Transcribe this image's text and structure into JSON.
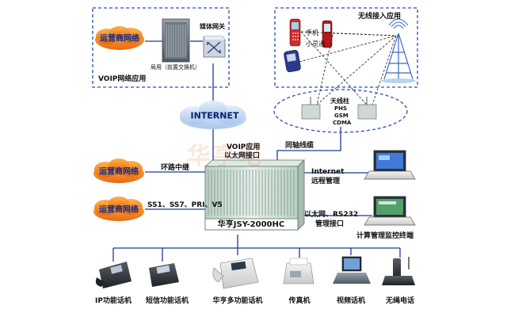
{
  "colors": {
    "dash_box": "#2a4fb3",
    "line": "#1a3a9a",
    "cloud_orange": "#f07d1a",
    "cloud_blue_text": "#0b2a8a",
    "internet_cloud": "#bcd6f2",
    "chassis": "#cfe0d6",
    "accent_red": "#d42020"
  },
  "voip_box": {
    "cloud_label": "运营商网络",
    "pbx_label": "局用（前置交换机）",
    "media_gateway_label": "媒体网关",
    "caption": "VOIP网络应用"
  },
  "wireless_box": {
    "title": "无线接入应用",
    "phone_label_1": "手机",
    "phone_label_2": "小灵通",
    "antenna_labels": [
      "天线柱",
      "PHS",
      "GSM",
      "CDMA"
    ]
  },
  "internet_label": "INTERNET",
  "main_unit": {
    "name": "华亨JSY-2000HC",
    "label_voip_top": "VOIP应用",
    "label_voip_bottom": "以太网接口",
    "label_coax": "同轴线缆",
    "label_trunk": "环路中继",
    "label_signaling": "SS1、SS7、PRI、V5",
    "label_internet_mgmt_1": "Internet",
    "label_internet_mgmt_2": "远程管理",
    "label_eth_1": "以太网、RS232",
    "label_eth_2": "管理接口",
    "label_terminal": "计算管理监控终端"
  },
  "operator_clouds": [
    "运营商网络",
    "运营商网络"
  ],
  "devices": [
    {
      "label": "IP功能话机",
      "icon": "ip-phone-icon"
    },
    {
      "label": "短信功能话机",
      "icon": "sms-phone-icon"
    },
    {
      "label": "华亨多功能话机",
      "icon": "multifunction-phone-icon"
    },
    {
      "label": "传真机",
      "icon": "fax-icon"
    },
    {
      "label": "视频话机",
      "icon": "video-phone-icon"
    },
    {
      "label": "无绳电话",
      "icon": "cordless-phone-icon"
    }
  ],
  "watermark": "华亨电"
}
